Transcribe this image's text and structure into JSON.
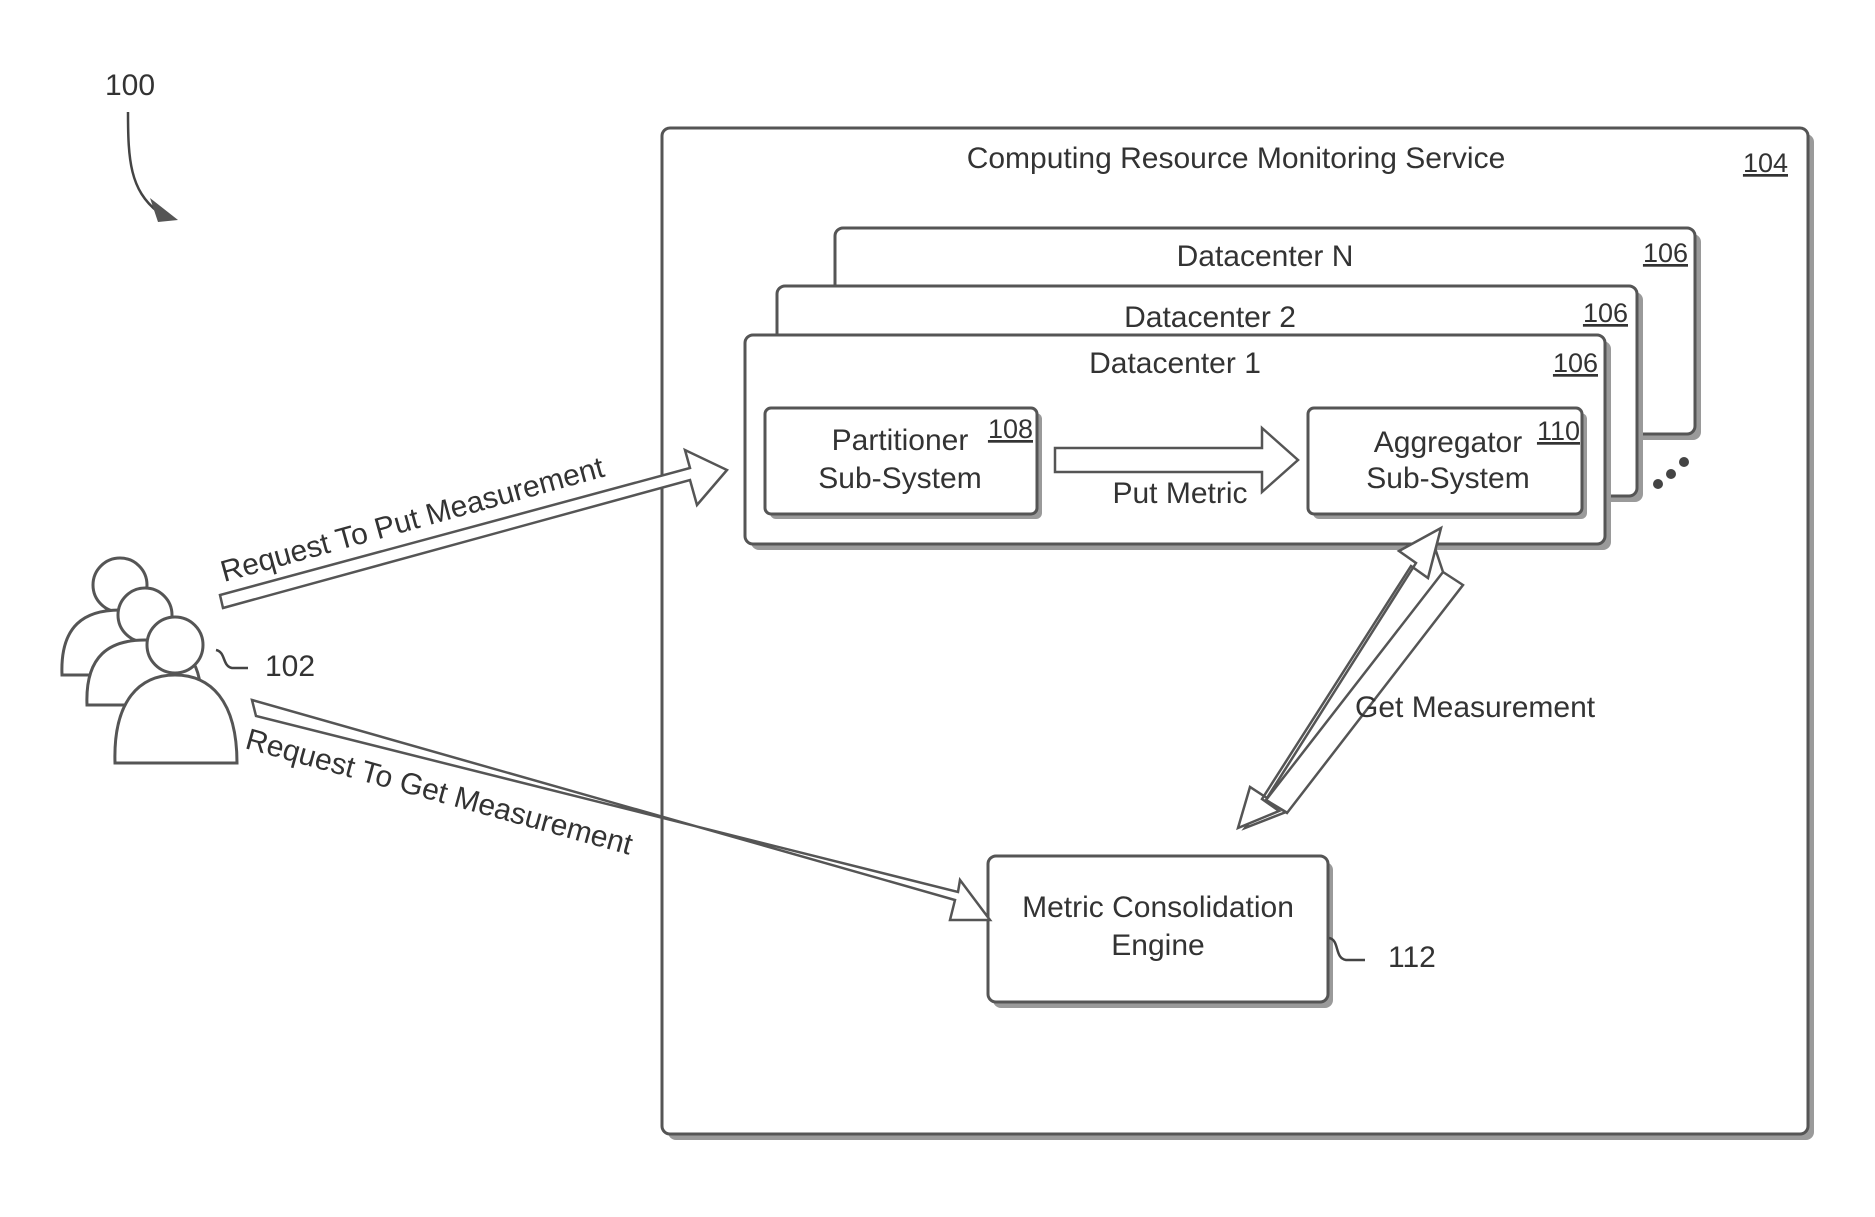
{
  "figure": {
    "ref_system": "100"
  },
  "users": {
    "ref": "102"
  },
  "service": {
    "title": "Computing Resource Monitoring Service",
    "ref": "104"
  },
  "datacenters": [
    {
      "title": "Datacenter N",
      "ref": "106"
    },
    {
      "title": "Datacenter 2",
      "ref": "106"
    },
    {
      "title": "Datacenter 1",
      "ref": "106"
    }
  ],
  "partitioner": {
    "line1": "Partitioner",
    "line2": "Sub-System",
    "ref": "108"
  },
  "aggregator": {
    "line1": "Aggregator",
    "line2": "Sub-System",
    "ref": "110"
  },
  "engine": {
    "line1": "Metric Consolidation",
    "line2": "Engine",
    "ref": "112"
  },
  "arrows": {
    "put_request": "Request To Put Measurement",
    "get_request": "Request To Get Measurement",
    "put_metric": "Put Metric",
    "get_measurement": "Get Measurement"
  }
}
